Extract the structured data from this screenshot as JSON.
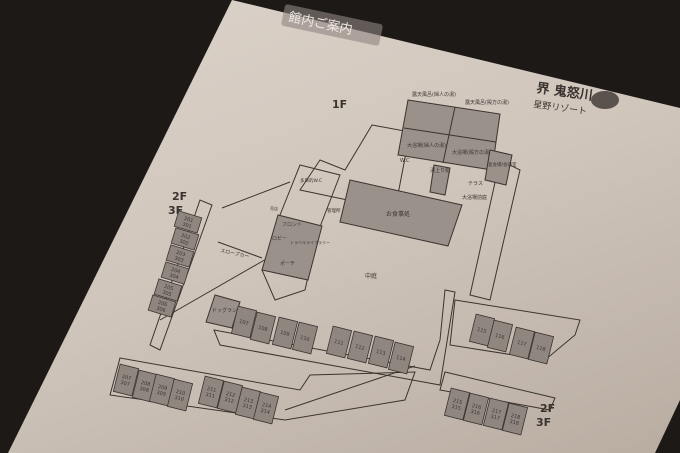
{
  "header": {
    "title": "館内ご案内",
    "brand": "界 鬼怒川",
    "brand_sub": "星野リゾート"
  },
  "floors": {
    "f1": "1F",
    "f23_left_a": "2F",
    "f23_left_b": "3F",
    "f23_right_a": "2F",
    "f23_right_b": "3F"
  },
  "facilities": {
    "rotenburo_women": "露天風呂(婦人の湯)",
    "rotenburo_men": "露天風呂(殿方の湯)",
    "bath_women": "大浴場(婦人の湯)",
    "bath_men": "大浴場(殿方の湯)",
    "banquet": "宴会場/会議室",
    "wc": "W.C",
    "yuagari": "湯上り処",
    "terrace": "テラス",
    "bath_garden": "大浴場前庭",
    "dining": "お食事処",
    "multi_wc": "多目的W.C",
    "office": "管理所",
    "front": "フロント",
    "lobby": "ロビー",
    "library": "トラベルライブラリー",
    "porch": "ポーチ",
    "courtyard": "中庭",
    "slope_car": "スロープカー",
    "dog_run": "ドッグラン",
    "shop": "売店"
  },
  "colors": {
    "room": "#8f8680",
    "line": "#3a3430",
    "paper": "#d6cdc4"
  },
  "rooms": [
    {
      "label": "107"
    },
    {
      "label": "108"
    },
    {
      "label": "109"
    },
    {
      "label": "110"
    },
    {
      "label": "111"
    },
    {
      "label": "112"
    },
    {
      "label": "113"
    },
    {
      "label": "114"
    },
    {
      "label": "115"
    },
    {
      "label": "116"
    },
    {
      "label": "117"
    },
    {
      "label": "118"
    },
    {
      "label": "201",
      "sub": "301"
    },
    {
      "label": "202",
      "sub": "302"
    },
    {
      "label": "203",
      "sub": "303"
    },
    {
      "label": "204",
      "sub": "304"
    },
    {
      "label": "205",
      "sub": "305"
    },
    {
      "label": "206",
      "sub": "306"
    },
    {
      "label": "207",
      "sub": "307"
    },
    {
      "label": "208",
      "sub": "308"
    },
    {
      "label": "209",
      "sub": "309"
    },
    {
      "label": "210",
      "sub": "310"
    },
    {
      "label": "211",
      "sub": "311"
    },
    {
      "label": "212",
      "sub": "312"
    },
    {
      "label": "213",
      "sub": "313"
    },
    {
      "label": "214",
      "sub": "314"
    },
    {
      "label": "215",
      "sub": "315"
    },
    {
      "label": "216",
      "sub": "316"
    },
    {
      "label": "217",
      "sub": "317"
    },
    {
      "label": "218",
      "sub": "318"
    }
  ]
}
